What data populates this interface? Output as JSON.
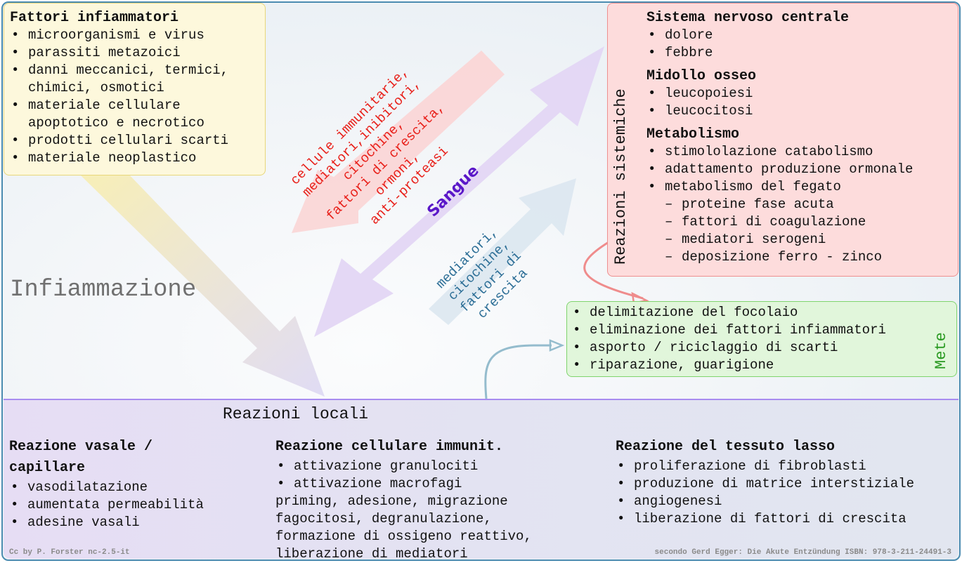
{
  "title": "Infiammazione",
  "factors": {
    "title": "Fattori infiammatori",
    "items": [
      "microorganismi e virus",
      "parassiti metazoici",
      "danni meccanici, termici, chimici, osmotici",
      "materiale cellulare apoptotico e necrotico",
      "prodotti cellulari scarti",
      "materiale neoplastico"
    ]
  },
  "blood_flow": {
    "label": "Sangue",
    "to_local": [
      "cellule immunitarie,",
      "mediatori,inibitori,",
      "citochine,",
      "fattori di crescita,",
      "ormoni,",
      "anti-proteasi"
    ],
    "to_blood": [
      "mediatori,",
      "citochine,",
      "fattori di",
      "crescita"
    ]
  },
  "systemic": {
    "label": "Reazioni sistemiche",
    "sections": [
      {
        "title": "Sistema nervoso centrale",
        "items": [
          "dolore",
          "febbre"
        ]
      },
      {
        "title": "Midollo osseo",
        "items": [
          "leucopoiesi",
          "leucocitosi"
        ]
      },
      {
        "title": "Metabolismo",
        "items": [
          "stimololazione catabolismo",
          "adattamento produzione ormonale",
          "metabolismo del fegato"
        ],
        "subitems": [
          "proteine fase acuta",
          "fattori di coagulazione",
          "mediatori serogeni",
          "deposizione ferro - zinco"
        ]
      }
    ]
  },
  "goals": {
    "label": "Mete",
    "items": [
      "delimitazione del focolaio",
      "eliminazione dei fattori infiammatori",
      "asporto / riciclaggio di scarti",
      "riparazione, guarigione"
    ]
  },
  "local": {
    "title": "Reazioni locali",
    "vascular": {
      "title_1": "Reazione vasale /",
      "title_2": "capillare",
      "items": [
        "vasodilatazione",
        "aumentata permeabilità",
        "adesine vasali"
      ]
    },
    "cellular": {
      "title": "Reazione cellulare immunit.",
      "items": [
        "attivazione granulociti",
        "attivazione macrofagi"
      ],
      "lines": [
        "priming, adesione, migrazione",
        "fagocitosi, degranulazione,",
        "formazione di ossigeno reattivo,",
        "liberazione di mediatori"
      ]
    },
    "tissue": {
      "title": "Reazione del tessuto lasso",
      "items": [
        "proliferazione di fibroblasti",
        "produzione di matrice interstiziale",
        "angiogenesi",
        "liberazione di fattori di crescita"
      ]
    }
  },
  "credits": {
    "left": "Cc by P. Forster nc-2.5-it",
    "right": "secondo Gerd Egger: Die Akute Entzündung ISBN: 978-3-211-24491-3"
  },
  "colors": {
    "frame": "#4a8bb0",
    "factors_bg": "#fdf8dc",
    "systemic_bg": "#fddcdc",
    "goals_bg": "#e1f6db",
    "local_bg": "#e6ddf4",
    "red_text": "#e8201a",
    "sangue": "#5a17c8",
    "blue_text": "#2c6e96",
    "goals_label": "#2a9a22"
  }
}
